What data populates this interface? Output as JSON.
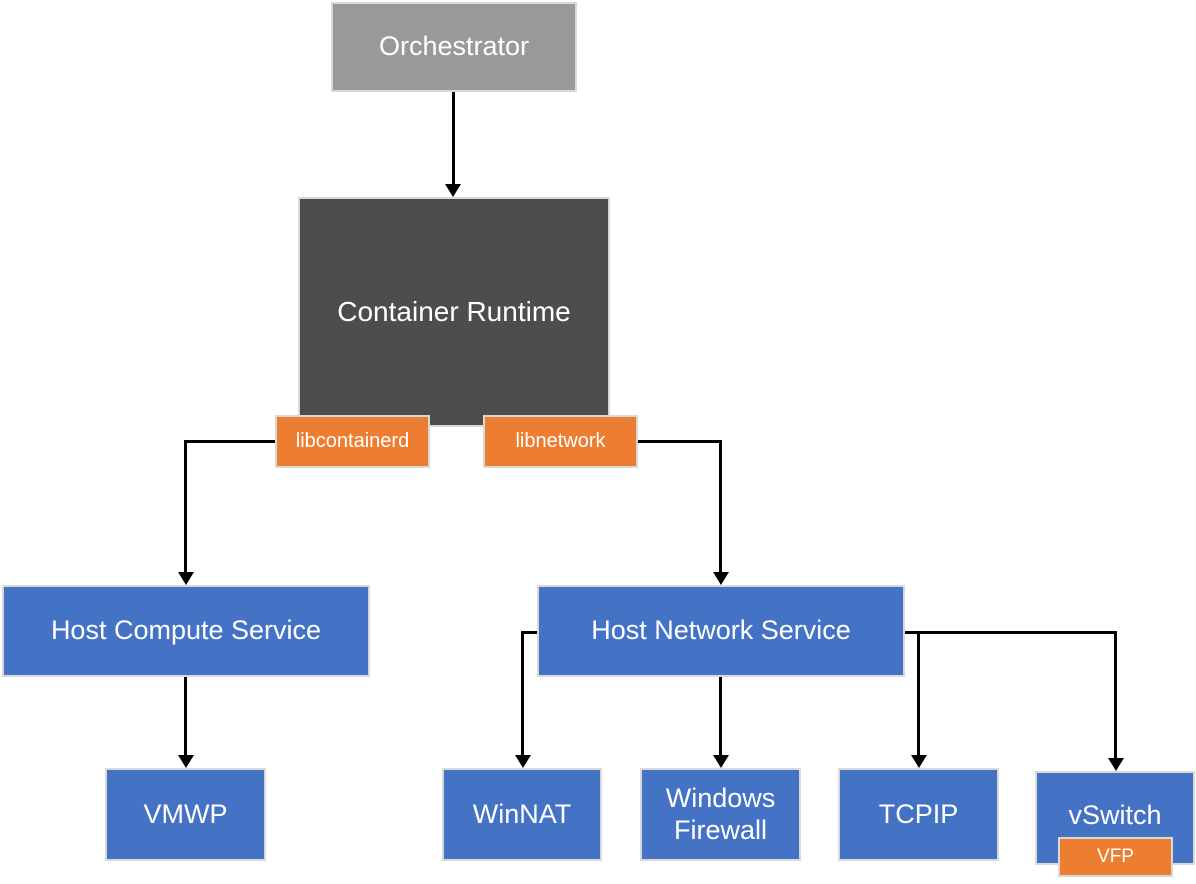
{
  "diagram": {
    "background": "#ffffff",
    "nodes": {
      "orchestrator": {
        "label": "Orchestrator",
        "color": "#999999"
      },
      "container_runtime": {
        "label": "Container Runtime",
        "color": "#4d4d4d"
      },
      "libcontainerd": {
        "label": "libcontainerd",
        "color": "#ed7d31"
      },
      "libnetwork": {
        "label": "libnetwork",
        "color": "#ed7d31"
      },
      "host_compute_service": {
        "label": "Host Compute Service",
        "color": "#4472c4"
      },
      "host_network_service": {
        "label": "Host Network Service",
        "color": "#4472c4"
      },
      "vmwp": {
        "label": "VMWP",
        "color": "#4472c4"
      },
      "winnat": {
        "label": "WinNAT",
        "color": "#4472c4"
      },
      "windows_firewall": {
        "label": "Windows Firewall",
        "color": "#4472c4"
      },
      "tcpip": {
        "label": "TCPIP",
        "color": "#4472c4"
      },
      "vswitch": {
        "label": "vSwitch",
        "color": "#4472c4"
      },
      "vfp": {
        "label": "VFP",
        "color": "#ed7d31"
      }
    },
    "edges": [
      {
        "from": "orchestrator",
        "to": "container_runtime"
      },
      {
        "from": "libcontainerd",
        "to": "host_compute_service"
      },
      {
        "from": "libnetwork",
        "to": "host_network_service"
      },
      {
        "from": "host_compute_service",
        "to": "vmwp"
      },
      {
        "from": "host_network_service",
        "to": "winnat"
      },
      {
        "from": "host_network_service",
        "to": "windows_firewall"
      },
      {
        "from": "host_network_service",
        "to": "tcpip"
      },
      {
        "from": "host_network_service",
        "to": "vswitch"
      }
    ],
    "colors": {
      "node_text": "#ffffff",
      "edge_line": "#000000",
      "node_border": "#d9d9d6",
      "gray": "#999999",
      "dark_gray": "#4d4d4d",
      "blue": "#4472c4",
      "orange": "#ed7d31"
    }
  }
}
